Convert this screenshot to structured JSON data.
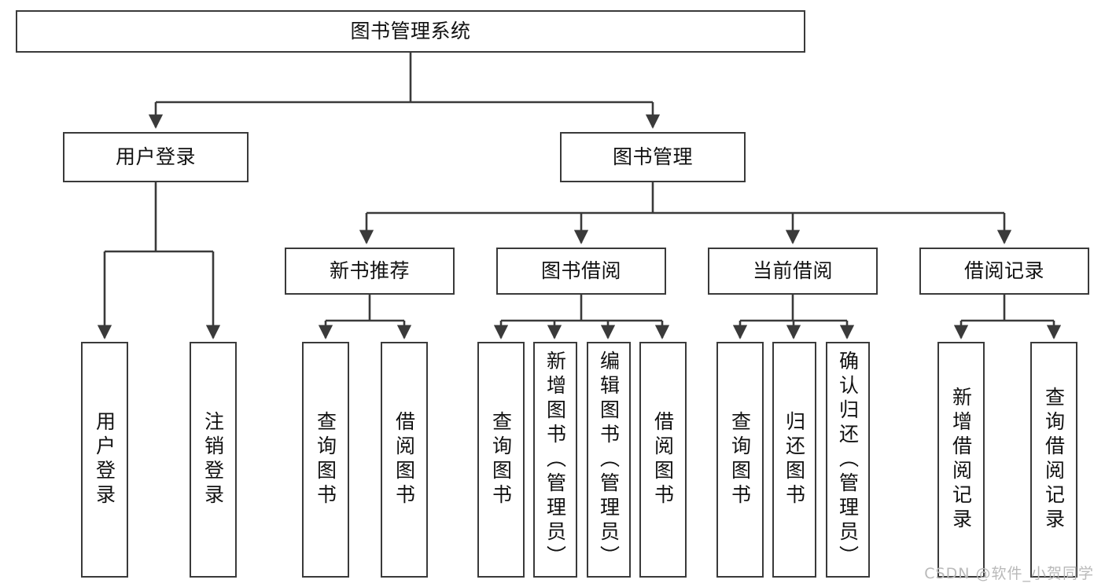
{
  "diagram": {
    "title": "图书管理系统",
    "type": "tree",
    "watermark": "CSDN @软件_小贺同学",
    "colors": {
      "box_border": "#3a3a3a",
      "box_fill": "#ffffff",
      "edge": "#3a3a3a",
      "text": "#111111",
      "watermark": "#b9b9b9"
    },
    "nodes": {
      "root": {
        "label": "图书管理系统",
        "level": 0,
        "orientation": "horizontal"
      },
      "l1": [
        {
          "id": "user-login",
          "label": "用户登录",
          "level": 1,
          "orientation": "horizontal"
        },
        {
          "id": "book-manage",
          "label": "图书管理",
          "level": 1,
          "orientation": "horizontal"
        }
      ],
      "l2": [
        {
          "id": "new-book-recommend",
          "label": "新书推荐",
          "level": 2,
          "orientation": "horizontal",
          "parent": "book-manage"
        },
        {
          "id": "book-borrow",
          "label": "图书借阅",
          "level": 2,
          "orientation": "horizontal",
          "parent": "book-manage"
        },
        {
          "id": "current-borrow",
          "label": "当前借阅",
          "level": 2,
          "orientation": "horizontal",
          "parent": "book-manage"
        },
        {
          "id": "borrow-record",
          "label": "借阅记录",
          "level": 2,
          "orientation": "horizontal",
          "parent": "book-manage"
        }
      ],
      "leaves": [
        {
          "id": "leaf-user-login",
          "label": "用户登录",
          "parent": "user-login",
          "orientation": "vertical"
        },
        {
          "id": "leaf-user-logout",
          "label": "注销登录",
          "parent": "user-login",
          "orientation": "vertical"
        },
        {
          "id": "leaf-query-book-1",
          "label": "查询图书",
          "parent": "new-book-recommend",
          "orientation": "vertical"
        },
        {
          "id": "leaf-borrow-book-1",
          "label": "借阅图书",
          "parent": "new-book-recommend",
          "orientation": "vertical"
        },
        {
          "id": "leaf-query-book-2",
          "label": "查询图书",
          "parent": "book-borrow",
          "orientation": "vertical"
        },
        {
          "id": "leaf-add-book",
          "label": "新增图书（管理员）",
          "parent": "book-borrow",
          "orientation": "vertical"
        },
        {
          "id": "leaf-edit-book",
          "label": "编辑图书（管理员）",
          "parent": "book-borrow",
          "orientation": "vertical"
        },
        {
          "id": "leaf-borrow-book-2",
          "label": "借阅图书",
          "parent": "book-borrow",
          "orientation": "vertical"
        },
        {
          "id": "leaf-query-book-3",
          "label": "查询图书",
          "parent": "current-borrow",
          "orientation": "vertical"
        },
        {
          "id": "leaf-return-book",
          "label": "归还图书",
          "parent": "current-borrow",
          "orientation": "vertical"
        },
        {
          "id": "leaf-confirm-return",
          "label": "确认归还（管理员）",
          "parent": "current-borrow",
          "orientation": "vertical"
        },
        {
          "id": "leaf-add-record",
          "label": "新增借阅记录",
          "parent": "borrow-record",
          "orientation": "vertical"
        },
        {
          "id": "leaf-query-record",
          "label": "查询借阅记录",
          "parent": "borrow-record",
          "orientation": "vertical"
        }
      ]
    }
  }
}
